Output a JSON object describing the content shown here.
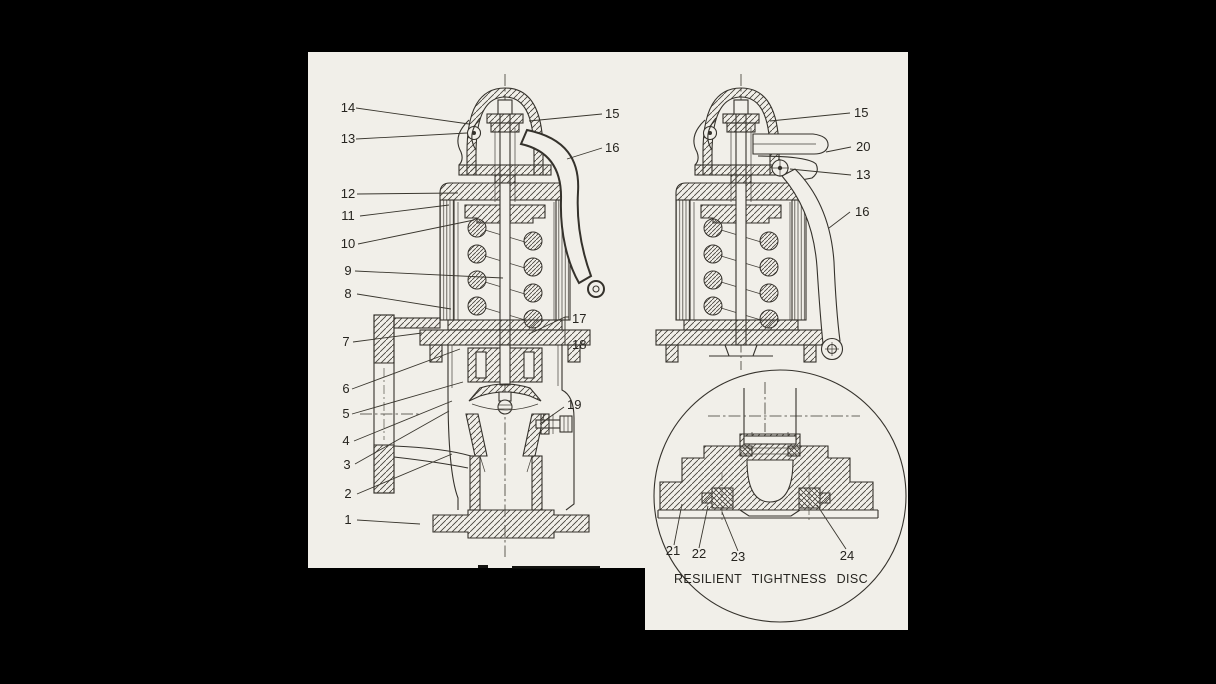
{
  "palette": {
    "background": "#000000",
    "paper": "#f1efe9",
    "ink": "#35322c"
  },
  "diagram": {
    "type": "engineering-cross-section",
    "subject": "safety relief valve",
    "main_view": {
      "left_callouts": [
        "14",
        "13",
        "12",
        "11",
        "10",
        "9",
        "8",
        "7",
        "6",
        "5",
        "4",
        "3",
        "2",
        "1"
      ],
      "right_callouts": [
        "15",
        "16",
        "17",
        "18",
        "19"
      ]
    },
    "side_view": {
      "callouts": [
        "15",
        "20",
        "13",
        "16"
      ]
    },
    "detail_view": {
      "callouts": [
        "21",
        "22",
        "23",
        "24"
      ],
      "caption": "RESILIENT TIGHTNESS DISC"
    }
  }
}
